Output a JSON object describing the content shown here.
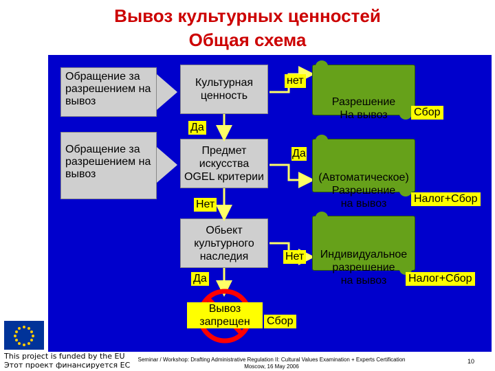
{
  "title": {
    "line1": "Вывоз культурных ценностей",
    "line2": "Общая схема"
  },
  "left_boxes": [
    {
      "text": "Обращение\nза разрешением\nна вывоз"
    },
    {
      "text": "Обращение\nза разрешением\nна вывоз"
    }
  ],
  "steps": {
    "cultural_value": "Культурная\nценность",
    "art_object": "Предмет\nискусства\nOGEL критерии",
    "heritage_object": "Обьект\nкультурного\nнаследия",
    "export_banned": "Вывоз\nзапрещен"
  },
  "labels": {
    "no1": "нет",
    "yes1": "Да",
    "yes2": "Да",
    "no2": "Нет",
    "no3": "Нет",
    "yes3": "Да"
  },
  "permits": {
    "permit1": "Разрешение\nНа вывоз",
    "permit2": "(Автоматическое)\nРазрешение\nна вывоз",
    "permit3": "Индивидуальное\nразрешение\nна вывоз"
  },
  "fees": {
    "fee1": "Сбор",
    "fee2": "Налог+Сбор",
    "fee3": "Налог+Сбор",
    "fee4": "Сбор"
  },
  "footer": {
    "funded_en": "This project is funded by the EU",
    "funded_ru": "Этот проект финансируется ЕС",
    "seminar": "Seminar / Workshop: Drafting Administrative Regulation II: Cultural Values Examination + Experts Certification",
    "place_date": "Moscow, 16 May 2006",
    "page": "10"
  },
  "colors": {
    "title": "#cc0000",
    "panel": "#0000cc",
    "permit": "#66a11a",
    "highlight": "#ffff00",
    "arrow": "#ffff66",
    "ban": "#ff0000"
  }
}
